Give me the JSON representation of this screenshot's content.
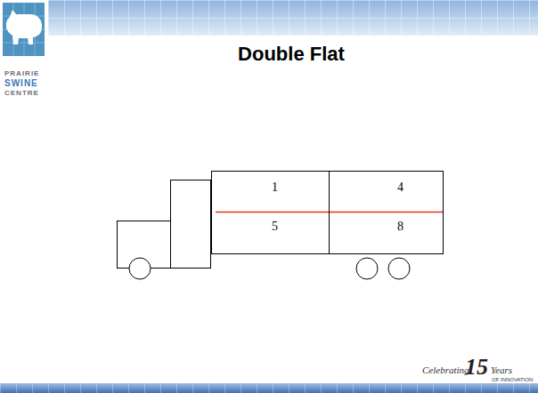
{
  "diagram": {
    "title": "Double Flat",
    "nodes": [
      {
        "text": [
          "1",
          "5"
        ]
      },
      {
        "text": [
          "4",
          "8"
        ]
      }
    ],
    "labels": [
      "PRAIRIE",
      "SWINE",
      "CENTRE",
      "Celebrating",
      "15",
      "Years",
      "OF INNOVATION"
    ]
  }
}
